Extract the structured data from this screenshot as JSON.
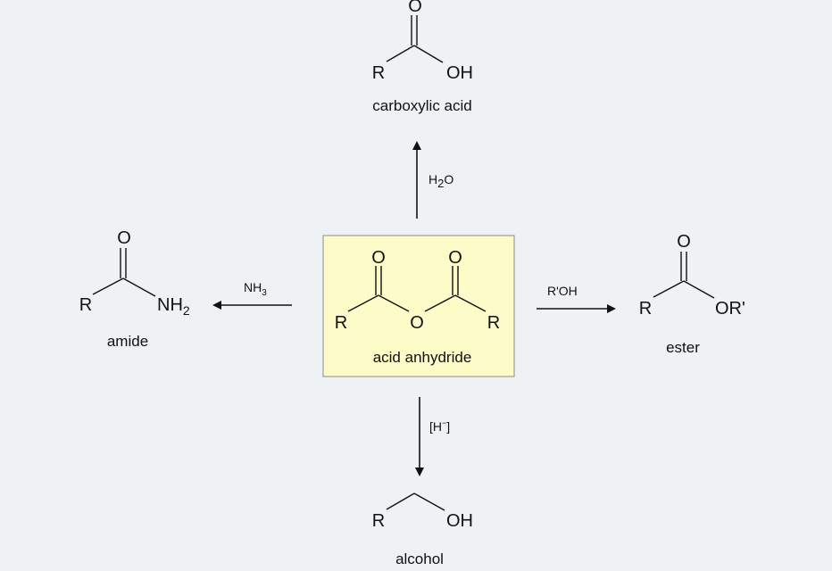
{
  "center": {
    "caption": "acid anhydride",
    "atoms": {
      "O_left": "O",
      "O_right": "O",
      "O_bridge": "O",
      "R_left": "R",
      "R_right": "R"
    },
    "box_color": "#fdfbc8"
  },
  "top": {
    "caption": "carboxylic acid",
    "reagent": {
      "main": "H",
      "sub": "2",
      "tail": "O"
    },
    "atoms": {
      "O": "O",
      "R": "R",
      "OH": "OH"
    }
  },
  "left": {
    "caption": "amide",
    "reagent": {
      "main": "NH",
      "sub": "3"
    },
    "atoms": {
      "O": "O",
      "R": "R",
      "N": "NH",
      "N_sub": "2"
    }
  },
  "right": {
    "caption": "ester",
    "reagent": "R'OH",
    "atoms": {
      "O": "O",
      "R": "R",
      "OR": "OR'"
    }
  },
  "bottom": {
    "caption": "alcohol",
    "reagent": {
      "main": "[H",
      "sup": "−",
      "tail": "]"
    },
    "atoms": {
      "R": "R",
      "OH": "OH"
    }
  }
}
